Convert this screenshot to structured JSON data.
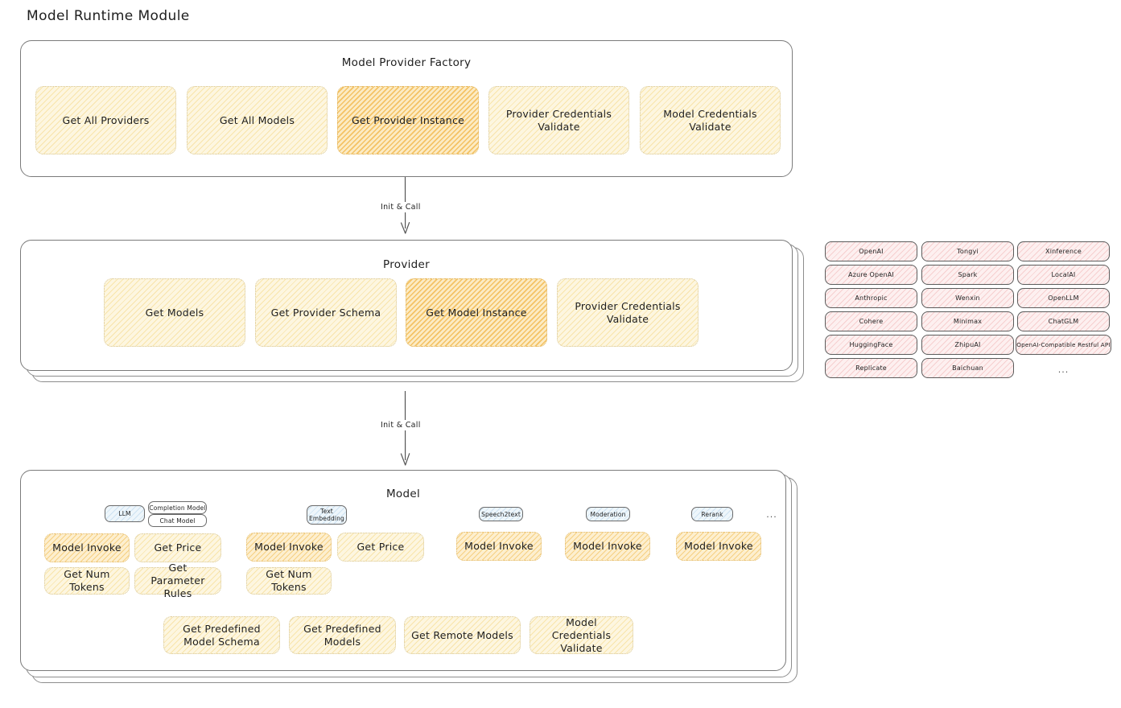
{
  "title": "Model Runtime Module",
  "factory": {
    "title": "Model Provider Factory",
    "nodes": [
      {
        "label": "Get All Providers",
        "style": "y"
      },
      {
        "label": "Get All Models",
        "style": "y"
      },
      {
        "label": "Get Provider Instance",
        "style": "o"
      },
      {
        "label": "Provider Credentials Validate",
        "style": "y"
      },
      {
        "label": "Model Credentials Validate",
        "style": "y"
      }
    ]
  },
  "arrows": [
    {
      "label": "Init & Call"
    },
    {
      "label": "Init & Call"
    }
  ],
  "provider": {
    "title": "Provider",
    "nodes": [
      {
        "label": "Get Models",
        "style": "y"
      },
      {
        "label": "Get Provider Schema",
        "style": "y"
      },
      {
        "label": "Get Model Instance",
        "style": "o"
      },
      {
        "label": "Provider Credentials Validate",
        "style": "y"
      }
    ]
  },
  "provider_list": {
    "columns": [
      [
        "OpenAI",
        "Azure OpenAI",
        "Anthropic",
        "Cohere",
        "HuggingFace",
        "Replicate"
      ],
      [
        "Tongyi",
        "Spark",
        "Wenxin",
        "Minimax",
        "ZhipuAI",
        "Baichuan"
      ],
      [
        "Xinference",
        "LocalAI",
        "OpenLLM",
        "ChatGLM",
        "OpenAI-Compatible Restful API"
      ]
    ],
    "more": "..."
  },
  "model": {
    "title": "Model",
    "more": "...",
    "types": [
      {
        "name": "LLM",
        "subtypes": [
          "Completion Model",
          "Chat Model"
        ],
        "methods": [
          "Model Invoke",
          "Get Price",
          "Get Num Tokens",
          "Get Parameter Rules"
        ]
      },
      {
        "name": "Text Embedding",
        "subtypes": [],
        "methods": [
          "Model Invoke",
          "Get Price",
          "Get Num Tokens"
        ]
      },
      {
        "name": "Speech2text",
        "subtypes": [],
        "methods": [
          "Model Invoke"
        ]
      },
      {
        "name": "Moderation",
        "subtypes": [],
        "methods": [
          "Model Invoke"
        ]
      },
      {
        "name": "Rerank",
        "subtypes": [],
        "methods": [
          "Model Invoke"
        ]
      }
    ],
    "shared_methods": [
      "Get Predefined Model Schema",
      "Get Predefined Models",
      "Get Remote Models",
      "Model Credentials Validate"
    ]
  },
  "colors": {
    "highlight": "#eeaa28",
    "node_fill": "#fdf6e0",
    "provider_chip": "#fdf0f0",
    "model_badge": "#eef6fb",
    "stroke": "#1e1e1e"
  }
}
